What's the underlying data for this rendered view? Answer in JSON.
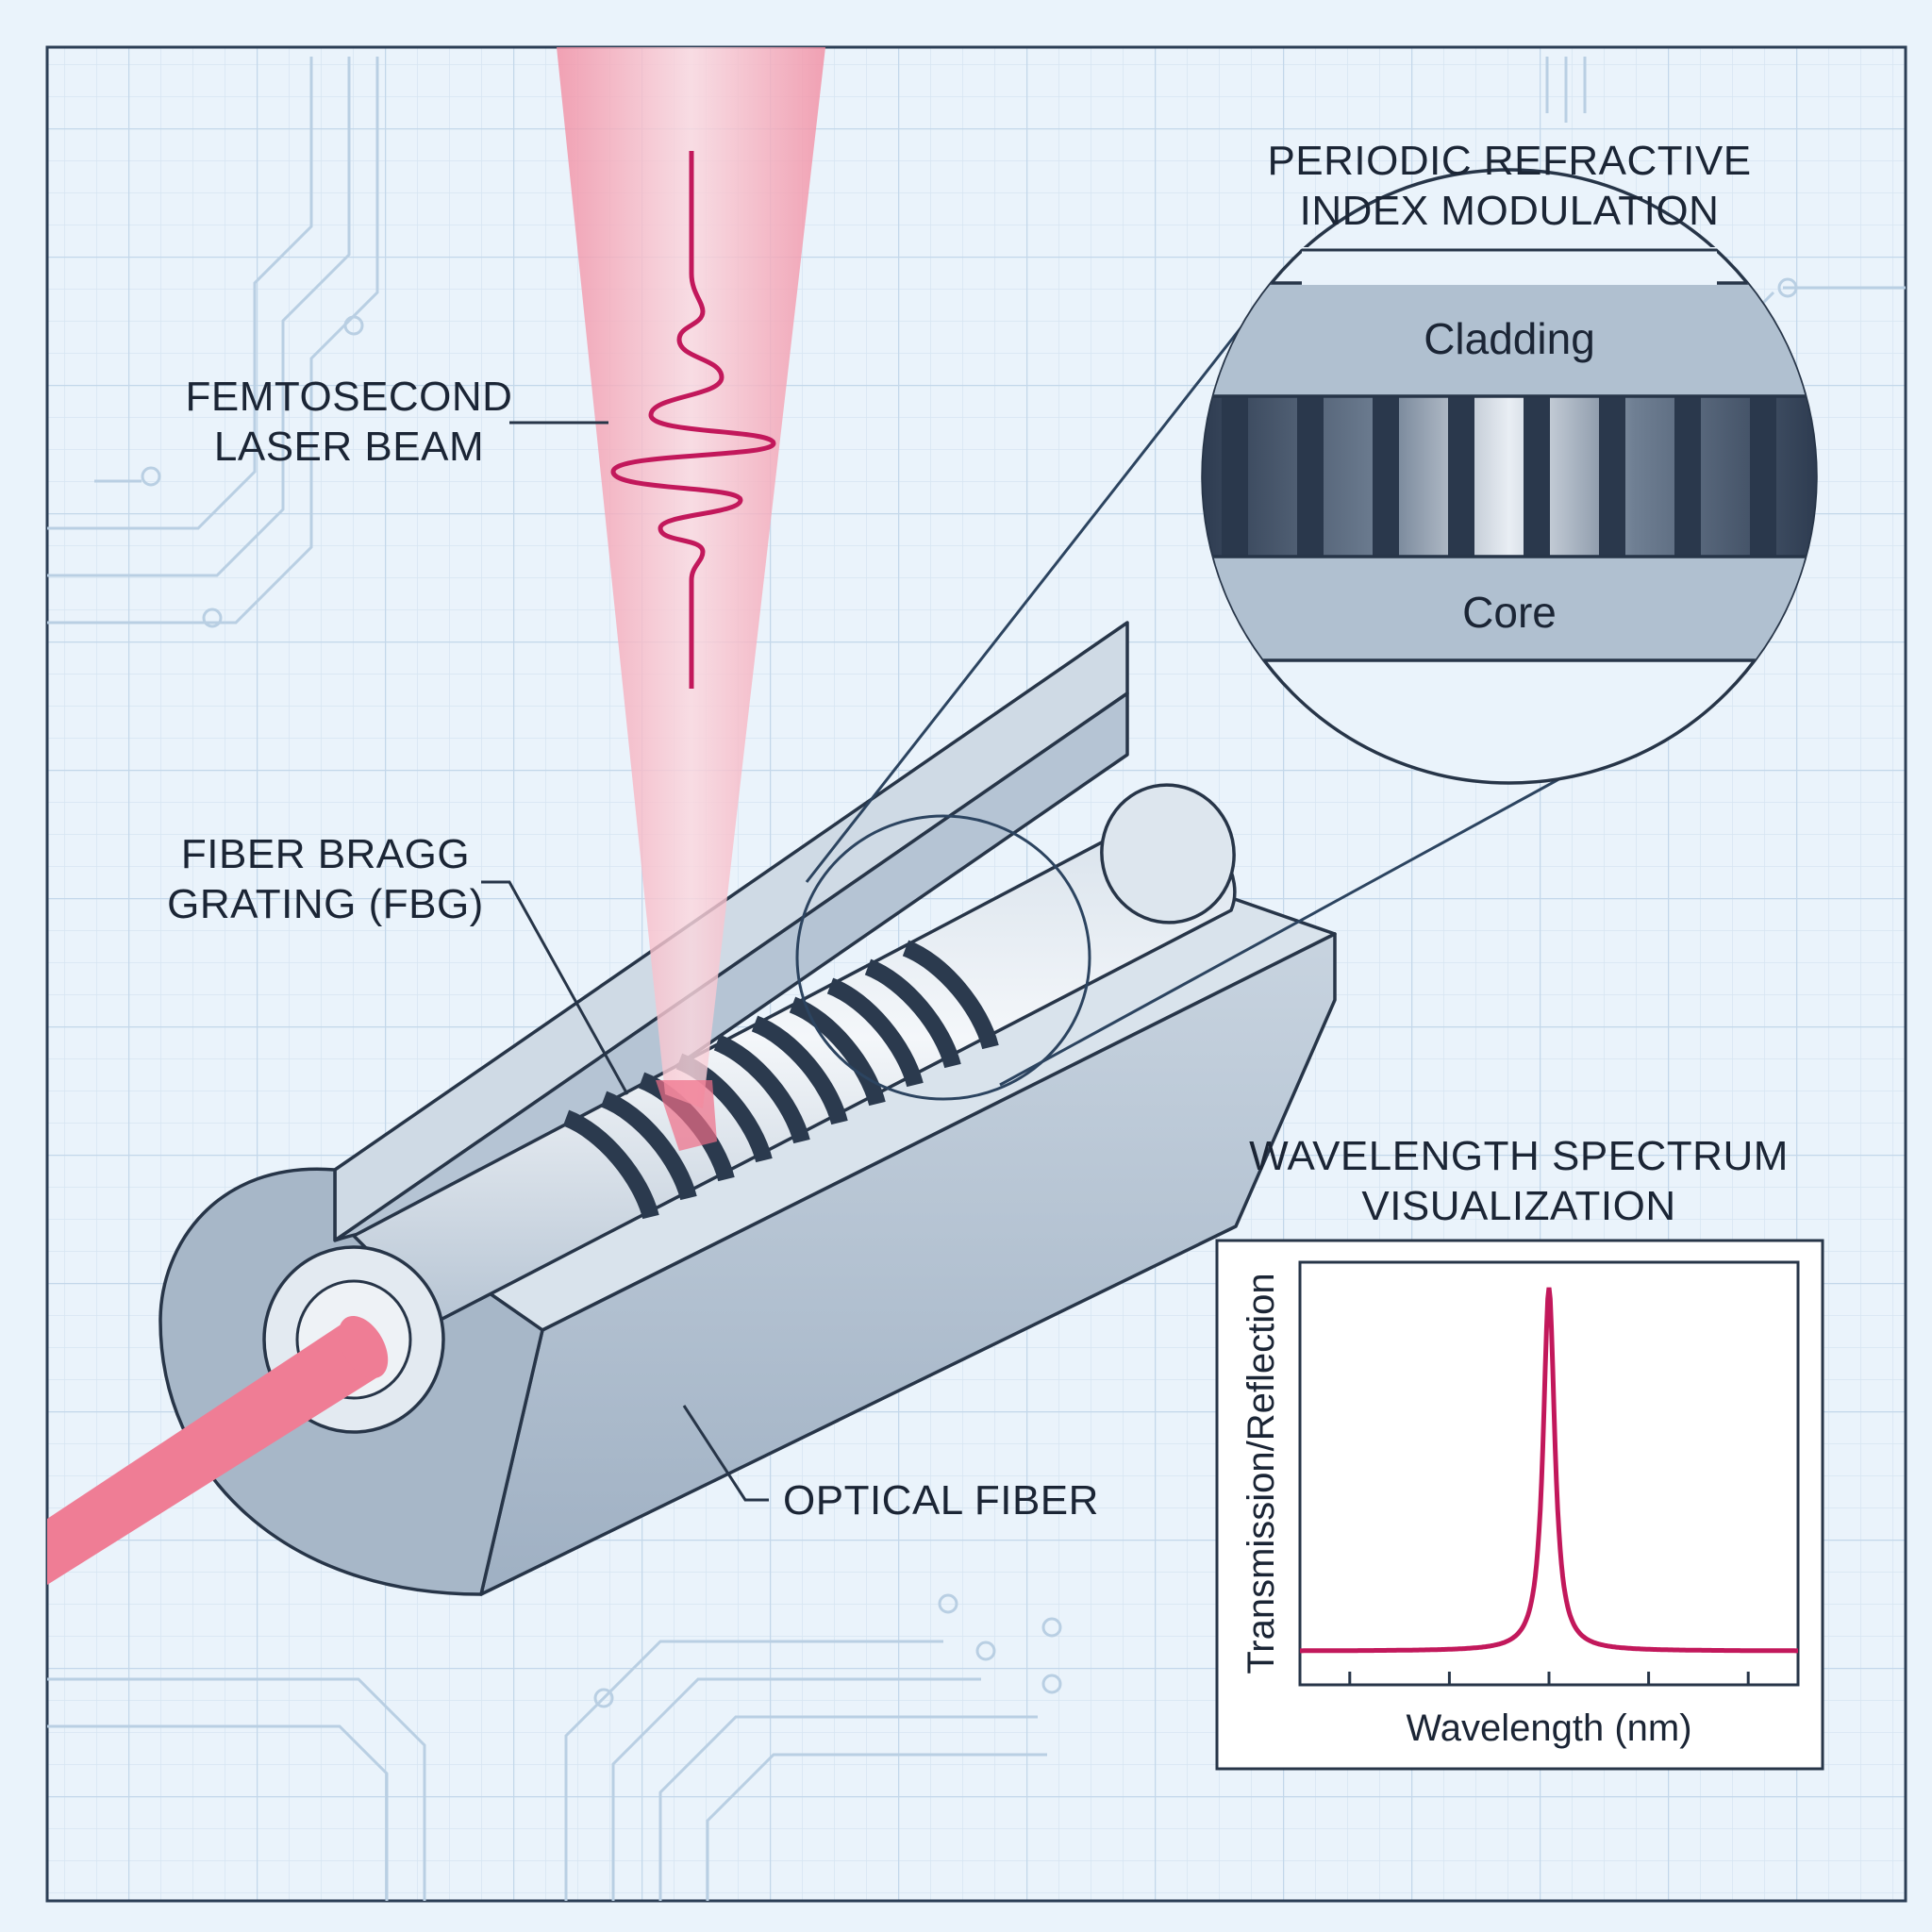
{
  "labels": {
    "laser_line1": "FEMTOSECOND",
    "laser_line2": "LASER BEAM",
    "fbg_line1": "FIBER BRAGG",
    "fbg_line2": "GRATING (FBG)",
    "fiber": "OPTICAL FIBER"
  },
  "zoom_panel": {
    "title_line1": "PERIODIC REFRACTIVE",
    "title_line2": "INDEX MODULATION",
    "cladding": "Cladding",
    "core": "Core"
  },
  "spectrum": {
    "title_line1": "WAVELENGTH SPECTRUM",
    "title_line2": "VISUALIZATION",
    "ylabel": "Transmission/Reflection",
    "xlabel": "Wavelength (nm)"
  },
  "chart_data": {
    "type": "line",
    "title": "WAVELENGTH SPECTRUM VISUALIZATION",
    "xlabel": "Wavelength (nm)",
    "ylabel": "Transmission/Reflection",
    "xlim": [
      0,
      100
    ],
    "ylim": [
      0,
      1
    ],
    "x_ticks": [
      10,
      30,
      50,
      70,
      90
    ],
    "grid": false,
    "series": [
      {
        "color": "#c2185b",
        "peak_x": 50,
        "peak_y": 0.94,
        "baseline_y": 0.08,
        "half_width": 1.4
      }
    ]
  },
  "colors": {
    "background": "#eaf3fb",
    "grid": "#c9dcee",
    "laser": "#f07f97",
    "pulse": "#c2185b",
    "fiber": "#b9c8d8",
    "outline": "#273548",
    "spectrum_line": "#c2185b"
  }
}
